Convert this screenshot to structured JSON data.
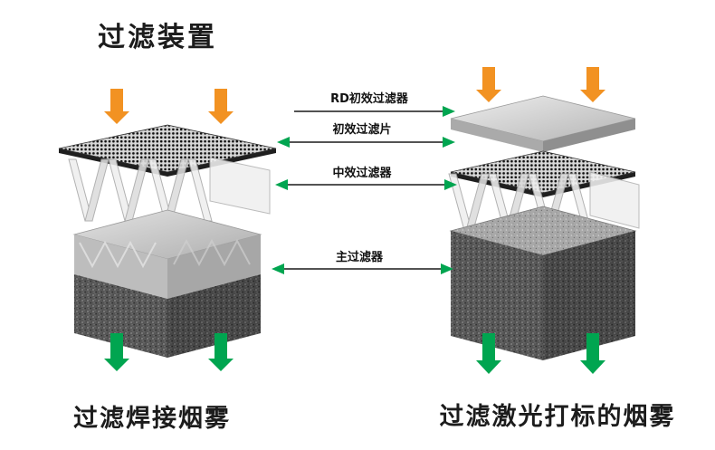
{
  "title": "过滤装置",
  "annotations": {
    "rows": [
      {
        "label": "RD初效过滤器",
        "direction": "right"
      },
      {
        "label": "初效过滤片",
        "direction": "both"
      },
      {
        "label": "中效过滤器",
        "direction": "both"
      },
      {
        "label": "主过滤器",
        "direction": "both"
      }
    ]
  },
  "stacks": {
    "left": {
      "caption": "过滤焊接烟雾"
    },
    "right": {
      "caption": "过滤激光打标的烟雾"
    }
  },
  "colors": {
    "inflow_arrow_orange": "#F29222",
    "outflow_arrow_green": "#00A550",
    "annotation_arrowhead_green": "#00A550",
    "annotation_line": "#1A1A1A"
  }
}
